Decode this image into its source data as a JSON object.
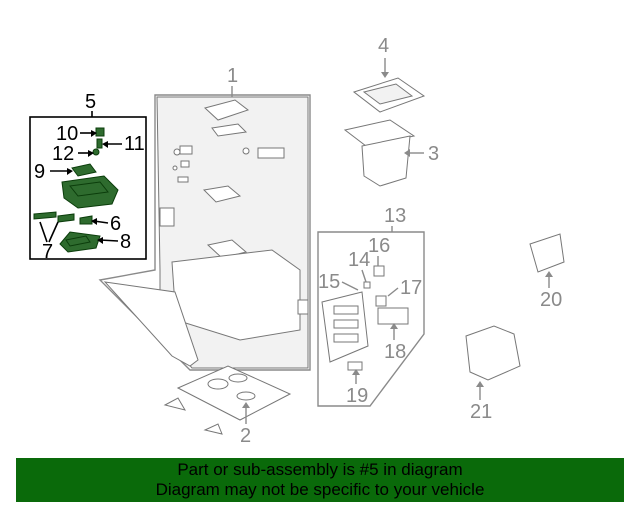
{
  "callouts": {
    "c1": "1",
    "c2": "2",
    "c3": "3",
    "c4": "4",
    "c5": "5",
    "c6": "6",
    "c7": "7",
    "c8": "8",
    "c9": "9",
    "c10": "10",
    "c11": "11",
    "c12": "12",
    "c13": "13",
    "c14": "14",
    "c15": "15",
    "c16": "16",
    "c17": "17",
    "c18": "18",
    "c19": "19",
    "c20": "20",
    "c21": "21"
  },
  "banner": {
    "line1": "Part or sub-assembly is #5 in diagram",
    "line2": "Diagram may not be specific to your vehicle",
    "color": "#0a6a0a"
  },
  "highlight_part": "5"
}
